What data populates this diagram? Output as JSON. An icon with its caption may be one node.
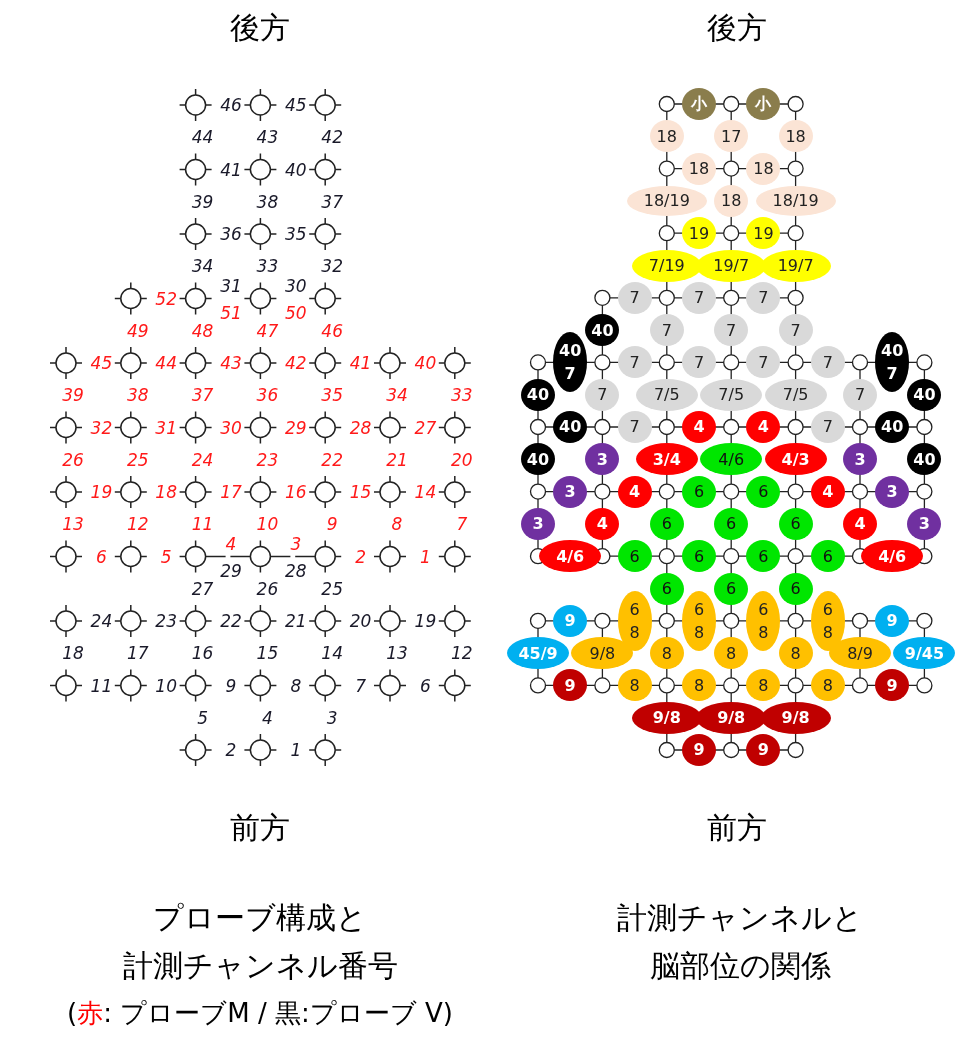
{
  "diagram": {
    "nodes": [
      {
        "text": [
          "小"
        ]
      },
      {
        "text": [
          "小"
        ]
      },
      {
        "text": [
          "18"
        ]
      },
      {
        "text": [
          "17"
        ]
      },
      {
        "text": [
          "18"
        ]
      },
      {
        "text": [
          "18"
        ]
      },
      {
        "text": [
          "18"
        ]
      },
      {
        "text": [
          "18/19"
        ]
      },
      {
        "text": [
          "18"
        ]
      },
      {
        "text": [
          "18/19"
        ]
      },
      {
        "text": [
          "19"
        ]
      },
      {
        "text": [
          "19"
        ]
      },
      {
        "text": [
          "7/19"
        ]
      },
      {
        "text": [
          "19/7"
        ]
      },
      {
        "text": [
          "19/7"
        ]
      },
      {
        "text": [
          "7"
        ]
      },
      {
        "text": [
          "7"
        ]
      },
      {
        "text": [
          "7"
        ]
      },
      {
        "text": [
          "40"
        ]
      },
      {
        "text": [
          "7"
        ]
      },
      {
        "text": [
          "7"
        ]
      },
      {
        "text": [
          "7"
        ]
      },
      {
        "text": [
          "40",
          "7"
        ]
      },
      {
        "text": [
          "7"
        ]
      },
      {
        "text": [
          "7"
        ]
      },
      {
        "text": [
          "7"
        ]
      },
      {
        "text": [
          "7"
        ]
      },
      {
        "text": [
          "40",
          "7"
        ]
      },
      {
        "text": [
          "40"
        ]
      },
      {
        "text": [
          "7"
        ]
      },
      {
        "text": [
          "7/5"
        ]
      },
      {
        "text": [
          "7/5"
        ]
      },
      {
        "text": [
          "7/5"
        ]
      },
      {
        "text": [
          "7"
        ]
      },
      {
        "text": [
          "40"
        ]
      },
      {
        "text": [
          "40"
        ]
      },
      {
        "text": [
          "7"
        ]
      },
      {
        "text": [
          "4"
        ]
      },
      {
        "text": [
          "4"
        ]
      },
      {
        "text": [
          "7"
        ]
      },
      {
        "text": [
          "40"
        ]
      },
      {
        "text": [
          "40"
        ]
      },
      {
        "text": [
          "3"
        ]
      },
      {
        "text": [
          "3/4"
        ]
      },
      {
        "text": [
          "4/6"
        ]
      },
      {
        "text": [
          "4/3"
        ]
      },
      {
        "text": [
          "3"
        ]
      },
      {
        "text": [
          "40"
        ]
      },
      {
        "text": [
          "3"
        ]
      },
      {
        "text": [
          "4"
        ]
      },
      {
        "text": [
          "6"
        ]
      },
      {
        "text": [
          "6"
        ]
      },
      {
        "text": [
          "4"
        ]
      },
      {
        "text": [
          "3"
        ]
      },
      {
        "text": [
          "3"
        ]
      },
      {
        "text": [
          "4"
        ]
      },
      {
        "text": [
          "6"
        ]
      },
      {
        "text": [
          "6"
        ]
      },
      {
        "text": [
          "6"
        ]
      },
      {
        "text": [
          "4"
        ]
      },
      {
        "text": [
          "3"
        ]
      },
      {
        "text": [
          "4/6"
        ]
      },
      {
        "text": [
          "6"
        ]
      },
      {
        "text": [
          "6"
        ]
      },
      {
        "text": [
          "6"
        ]
      },
      {
        "text": [
          "6"
        ]
      },
      {
        "text": [
          "4/6"
        ]
      },
      {
        "text": [
          "6"
        ]
      },
      {
        "text": [
          "6"
        ]
      },
      {
        "text": [
          "6"
        ]
      },
      {
        "text": [
          "9"
        ]
      },
      {
        "text": [
          "6",
          "8"
        ]
      },
      {
        "text": [
          "6",
          "8"
        ]
      },
      {
        "text": [
          "6",
          "8"
        ]
      },
      {
        "text": [
          "6",
          "8"
        ]
      },
      {
        "text": [
          "9"
        ]
      },
      {
        "text": [
          "45/9"
        ]
      },
      {
        "text": [
          "9/8"
        ]
      },
      {
        "text": [
          "8"
        ]
      },
      {
        "text": [
          "8"
        ]
      },
      {
        "text": [
          "8"
        ]
      },
      {
        "text": [
          "8/9"
        ]
      },
      {
        "text": [
          "9/45"
        ]
      },
      {
        "text": [
          "9"
        ]
      },
      {
        "text": [
          "8"
        ]
      },
      {
        "text": [
          "8"
        ]
      },
      {
        "text": [
          "8"
        ]
      },
      {
        "text": [
          "8"
        ]
      },
      {
        "text": [
          "9"
        ]
      },
      {
        "text": [
          "9/8"
        ]
      },
      {
        "text": [
          "9/8"
        ]
      },
      {
        "text": [
          "9/8"
        ]
      },
      {
        "text": [
          "9"
        ]
      },
      {
        "text": [
          "9"
        ]
      }
    ],
    "labels": [
      "後方",
      "後方",
      "46",
      "45",
      "44",
      "43",
      "42",
      "41",
      "40",
      "39",
      "38",
      "37",
      "36",
      "35",
      "34",
      "33",
      "32",
      "31",
      "30",
      "52",
      "51",
      "50",
      "49",
      "48",
      "47",
      "46",
      "45",
      "44",
      "43",
      "42",
      "41",
      "40",
      "39",
      "38",
      "37",
      "36",
      "35",
      "34",
      "33",
      "32",
      "31",
      "30",
      "29",
      "28",
      "27",
      "26",
      "25",
      "24",
      "23",
      "22",
      "21",
      "20",
      "19",
      "18",
      "17",
      "16",
      "15",
      "14",
      "13",
      "12",
      "11",
      "10",
      "9",
      "8",
      "7",
      "6",
      "5",
      "4",
      "3",
      "2",
      "1",
      "29",
      "28",
      "27",
      "26",
      "25",
      "24",
      "23",
      "22",
      "21",
      "20",
      "19",
      "18",
      "17",
      "16",
      "15",
      "14",
      "13",
      "12",
      "11",
      "10",
      "9",
      "8",
      "7",
      "6",
      "5",
      "4",
      "3",
      "2",
      "1",
      "前方",
      "前方",
      "プローブ構成と",
      "計測チャンネル番号",
      "(赤: プローブM / 黒:プローブ V)",
      "計測チャンネルと",
      "脳部位の関係"
    ]
  }
}
